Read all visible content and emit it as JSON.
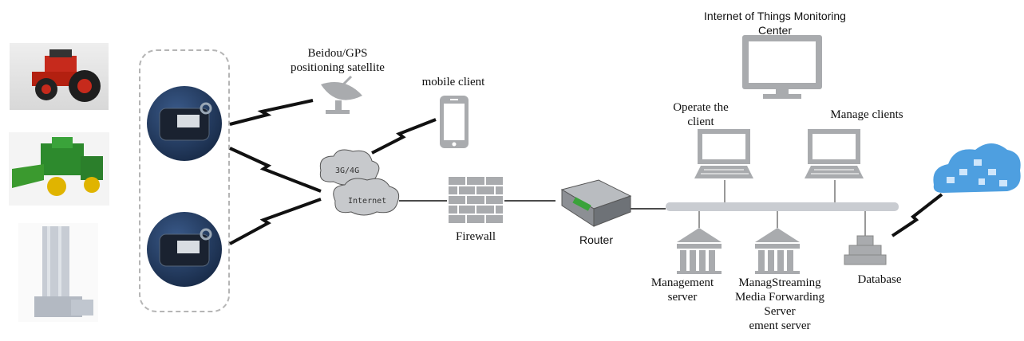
{
  "labels": {
    "satellite": "Beidou/GPS\npositioning satellite",
    "mobile": "mobile client",
    "firewall": "Firewall",
    "router": "Router",
    "iot_center": "Internet of Things Monitoring\nCenter",
    "operate_client": "Operate the\nclient",
    "manage_clients": "Manage clients",
    "management_server": "Management\nserver",
    "streaming_server": "ManagStreaming\nMedia Forwarding\nServer\nement server",
    "database": "Database",
    "cloud_3g4g": "3G/4G",
    "cloud_internet": "Internet"
  },
  "icons": {
    "tractor": "tractor-photo",
    "harvester": "combine-harvester-photo",
    "silo": "grain-dryer-tower-photo",
    "terminal": "gps-terminal-device",
    "satellite": "satellite-dish-icon",
    "phone": "mobile-phone-icon",
    "firewall": "brick-wall-icon",
    "router": "router-icon",
    "monitor": "large-monitor-icon",
    "client_pc": "desktop-computer-icon",
    "server": "server-building-icon",
    "database": "database-stack-icon",
    "cloud": "cloud-network-icon"
  },
  "colors": {
    "bus": "#c9ccd1",
    "line": "#111111",
    "gray_icon": "#a9abae",
    "cloud_fill": "#c7c9cc",
    "blue_cloud": "#4e9fe0",
    "dashed_box": "#b5b5b5"
  }
}
